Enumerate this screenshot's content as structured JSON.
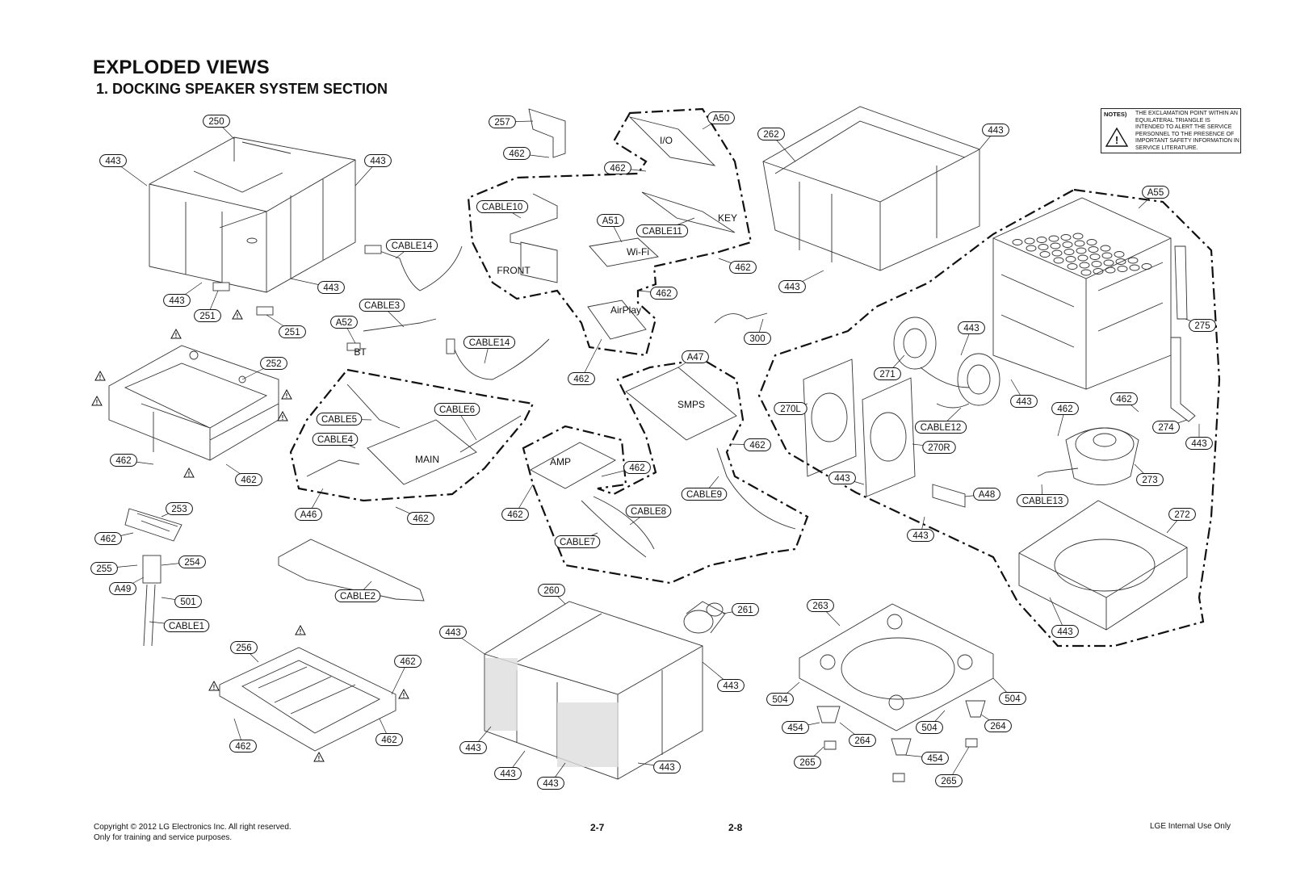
{
  "header": {
    "title": "EXPLODED VIEWS",
    "subtitle": "1. DOCKING SPEAKER SYSTEM SECTION"
  },
  "notes": {
    "label": "NOTES)",
    "text": "THE EXCLAMATION POINT WITHIN AN EQUILATERAL TRIANGLE IS INTENDED TO ALERT THE SERVICE PERSONNEL TO THE PRESENCE OF IMPORTANT SAFETY INFORMATION IN SERVICE LITERATURE."
  },
  "callouts": [
    {
      "label": "250"
    },
    {
      "label": "443"
    },
    {
      "label": "443"
    },
    {
      "label": "443"
    },
    {
      "label": "443"
    },
    {
      "label": "251"
    },
    {
      "label": "251"
    },
    {
      "label": "252"
    },
    {
      "label": "462"
    },
    {
      "label": "462"
    },
    {
      "label": "253"
    },
    {
      "label": "462"
    },
    {
      "label": "254"
    },
    {
      "label": "255"
    },
    {
      "label": "A49"
    },
    {
      "label": "501"
    },
    {
      "label": "CABLE1"
    },
    {
      "label": "256"
    },
    {
      "label": "462"
    },
    {
      "label": "462"
    },
    {
      "label": "462"
    },
    {
      "label": "CABLE14"
    },
    {
      "label": "CABLE3"
    },
    {
      "label": "A52"
    },
    {
      "label": "CABLE14"
    },
    {
      "label": "CABLE5"
    },
    {
      "label": "CABLE4"
    },
    {
      "label": "CABLE6"
    },
    {
      "label": "A46"
    },
    {
      "label": "462"
    },
    {
      "label": "CABLE2"
    },
    {
      "label": "257"
    },
    {
      "label": "462"
    },
    {
      "label": "A50"
    },
    {
      "label": "462"
    },
    {
      "label": "CABLE10"
    },
    {
      "label": "A51"
    },
    {
      "label": "CABLE11"
    },
    {
      "label": "462"
    },
    {
      "label": "462"
    },
    {
      "label": "462"
    },
    {
      "label": "A47"
    },
    {
      "label": "462"
    },
    {
      "label": "462"
    },
    {
      "label": "CABLE9"
    },
    {
      "label": "462"
    },
    {
      "label": "CABLE8"
    },
    {
      "label": "CABLE7"
    },
    {
      "label": "300"
    },
    {
      "label": "260"
    },
    {
      "label": "261"
    },
    {
      "label": "443"
    },
    {
      "label": "443"
    },
    {
      "label": "443"
    },
    {
      "label": "443"
    },
    {
      "label": "443"
    },
    {
      "label": "443"
    },
    {
      "label": "262"
    },
    {
      "label": "443"
    },
    {
      "label": "443"
    },
    {
      "label": "A55"
    },
    {
      "label": "275"
    },
    {
      "label": "443"
    },
    {
      "label": "271"
    },
    {
      "label": "443"
    },
    {
      "label": "270L"
    },
    {
      "label": "CABLE12"
    },
    {
      "label": "270R"
    },
    {
      "label": "443"
    },
    {
      "label": "462"
    },
    {
      "label": "462"
    },
    {
      "label": "274"
    },
    {
      "label": "443"
    },
    {
      "label": "273"
    },
    {
      "label": "A48"
    },
    {
      "label": "CABLE13"
    },
    {
      "label": "443"
    },
    {
      "label": "272"
    },
    {
      "label": "443"
    },
    {
      "label": "263"
    },
    {
      "label": "504"
    },
    {
      "label": "504"
    },
    {
      "label": "504"
    },
    {
      "label": "454"
    },
    {
      "label": "264"
    },
    {
      "label": "264"
    },
    {
      "label": "265"
    },
    {
      "label": "454"
    },
    {
      "label": "265"
    }
  ],
  "part_labels": [
    {
      "text": "I/O"
    },
    {
      "text": "KEY"
    },
    {
      "text": "Wi-Fi"
    },
    {
      "text": "FRONT"
    },
    {
      "text": "AirPlay"
    },
    {
      "text": "BT"
    },
    {
      "text": "MAIN"
    },
    {
      "text": "AMP"
    },
    {
      "text": "SMPS"
    }
  ],
  "footer": {
    "copyright_line1": "Copyright © 2012 LG Electronics Inc. All right reserved.",
    "copyright_line2": "Only for training and service purposes.",
    "page_left": "2-7",
    "page_right": "2-8",
    "internal": "LGE Internal Use Only"
  }
}
